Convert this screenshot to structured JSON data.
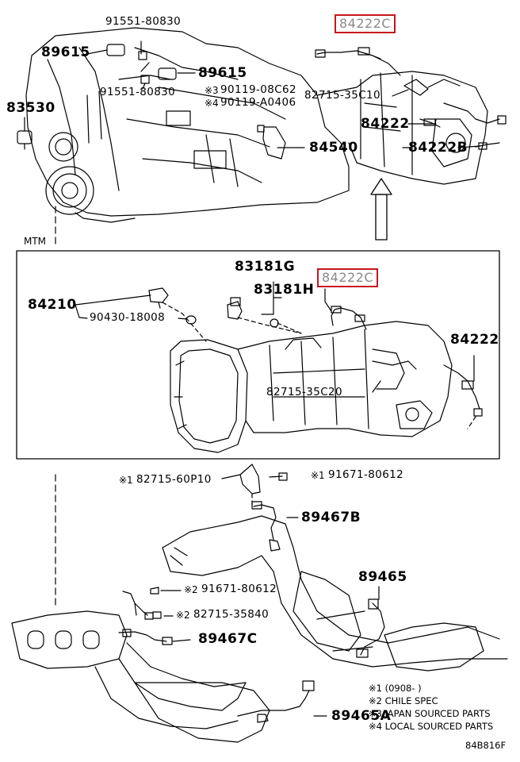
{
  "colors": {
    "highlight_border": "#c8161d",
    "highlight_text": "#8a8a8a",
    "line": "#000000"
  },
  "labels": {
    "p91551_top": "91551-80830",
    "p89615_left": "89615",
    "p89615_right": "89615",
    "p91551_bottom": "91551-80830",
    "p90119_08c62": "90119-08C62",
    "p90119_a0406": "90119-A0406",
    "p83530": "83530",
    "p84540": "84540",
    "p84222c_top": "84222C",
    "p82715_35c10": "82715-35C10",
    "p84222_top": "84222",
    "p84222b": "84222B",
    "mtm": "MTM",
    "p83181g": "83181G",
    "p83181h": "83181H",
    "p84222c_inset": "84222C",
    "p84210": "84210",
    "p90430": "90430-18008",
    "p84222_inset": "84222",
    "p82715_35c20": "82715-35C20",
    "p82715_60p10": "82715-60P10",
    "p91671_80612_a": "91671-80612",
    "p89467b": "89467B",
    "p89465": "89465",
    "p91671_80612_b": "91671-80612",
    "p82715_35840": "82715-35840",
    "p89467c": "89467C",
    "p89465a": "89465A"
  },
  "marks": {
    "m3": "※3",
    "m4": "※4",
    "m1a": "※1",
    "m1b": "※1",
    "m2a": "※2",
    "m2b": "※2"
  },
  "notes": {
    "n1": "※1 (0908-        )",
    "n2": "※2 CHILE SPEC",
    "n3": "※3 JAPAN SOURCED PARTS",
    "n4": "※4 LOCAL SOURCED PARTS"
  },
  "figure_code": "84B816F"
}
